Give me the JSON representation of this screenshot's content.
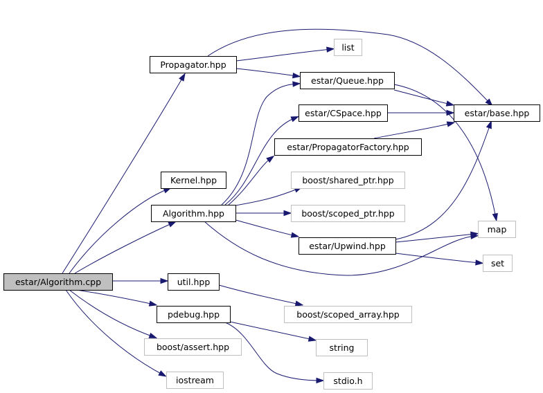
{
  "diagram": {
    "nodes": [
      {
        "id": "algorithm_cpp",
        "label": "estar/Algorithm.cpp",
        "style": "root"
      },
      {
        "id": "propagator_hpp",
        "label": "Propagator.hpp",
        "style": "internal"
      },
      {
        "id": "list",
        "label": "list",
        "style": "external"
      },
      {
        "id": "queue_hpp",
        "label": "estar/Queue.hpp",
        "style": "internal"
      },
      {
        "id": "base_hpp",
        "label": "estar/base.hpp",
        "style": "internal"
      },
      {
        "id": "cspace_hpp",
        "label": "estar/CSpace.hpp",
        "style": "internal"
      },
      {
        "id": "propfactory_hpp",
        "label": "estar/PropagatorFactory.hpp",
        "style": "internal"
      },
      {
        "id": "kernel_hpp",
        "label": "Kernel.hpp",
        "style": "internal"
      },
      {
        "id": "shared_ptr",
        "label": "boost/shared_ptr.hpp",
        "style": "external"
      },
      {
        "id": "algorithm_hpp",
        "label": "Algorithm.hpp",
        "style": "internal"
      },
      {
        "id": "scoped_ptr",
        "label": "boost/scoped_ptr.hpp",
        "style": "external"
      },
      {
        "id": "map",
        "label": "map",
        "style": "external"
      },
      {
        "id": "upwind_hpp",
        "label": "estar/Upwind.hpp",
        "style": "internal"
      },
      {
        "id": "set",
        "label": "set",
        "style": "external"
      },
      {
        "id": "util_hpp",
        "label": "util.hpp",
        "style": "internal"
      },
      {
        "id": "scoped_array",
        "label": "boost/scoped_array.hpp",
        "style": "external"
      },
      {
        "id": "pdebug_hpp",
        "label": "pdebug.hpp",
        "style": "internal"
      },
      {
        "id": "string",
        "label": "string",
        "style": "external"
      },
      {
        "id": "assert_hpp",
        "label": "boost/assert.hpp",
        "style": "external"
      },
      {
        "id": "stdio_h",
        "label": "stdio.h",
        "style": "external"
      },
      {
        "id": "iostream",
        "label": "iostream",
        "style": "external"
      }
    ],
    "edges": [
      {
        "from": "algorithm_cpp",
        "to": "propagator_hpp"
      },
      {
        "from": "algorithm_cpp",
        "to": "kernel_hpp"
      },
      {
        "from": "algorithm_cpp",
        "to": "algorithm_hpp"
      },
      {
        "from": "algorithm_cpp",
        "to": "util_hpp"
      },
      {
        "from": "algorithm_cpp",
        "to": "pdebug_hpp"
      },
      {
        "from": "algorithm_cpp",
        "to": "assert_hpp"
      },
      {
        "from": "algorithm_cpp",
        "to": "iostream"
      },
      {
        "from": "propagator_hpp",
        "to": "list"
      },
      {
        "from": "propagator_hpp",
        "to": "queue_hpp"
      },
      {
        "from": "propagator_hpp",
        "to": "base_hpp"
      },
      {
        "from": "queue_hpp",
        "to": "base_hpp"
      },
      {
        "from": "queue_hpp",
        "to": "map"
      },
      {
        "from": "cspace_hpp",
        "to": "base_hpp"
      },
      {
        "from": "propfactory_hpp",
        "to": "base_hpp"
      },
      {
        "from": "algorithm_hpp",
        "to": "queue_hpp"
      },
      {
        "from": "algorithm_hpp",
        "to": "cspace_hpp"
      },
      {
        "from": "algorithm_hpp",
        "to": "propfactory_hpp"
      },
      {
        "from": "algorithm_hpp",
        "to": "shared_ptr"
      },
      {
        "from": "algorithm_hpp",
        "to": "scoped_ptr"
      },
      {
        "from": "algorithm_hpp",
        "to": "upwind_hpp"
      },
      {
        "from": "algorithm_hpp",
        "to": "map"
      },
      {
        "from": "upwind_hpp",
        "to": "base_hpp"
      },
      {
        "from": "upwind_hpp",
        "to": "map"
      },
      {
        "from": "upwind_hpp",
        "to": "set"
      },
      {
        "from": "util_hpp",
        "to": "scoped_array"
      },
      {
        "from": "pdebug_hpp",
        "to": "string"
      },
      {
        "from": "pdebug_hpp",
        "to": "stdio_h"
      }
    ],
    "colors": {
      "edge": "#191970",
      "root_fill": "#bfbfbf",
      "internal_border": "#000000",
      "external_border": "#bfbfbf",
      "text": "#000000"
    }
  }
}
